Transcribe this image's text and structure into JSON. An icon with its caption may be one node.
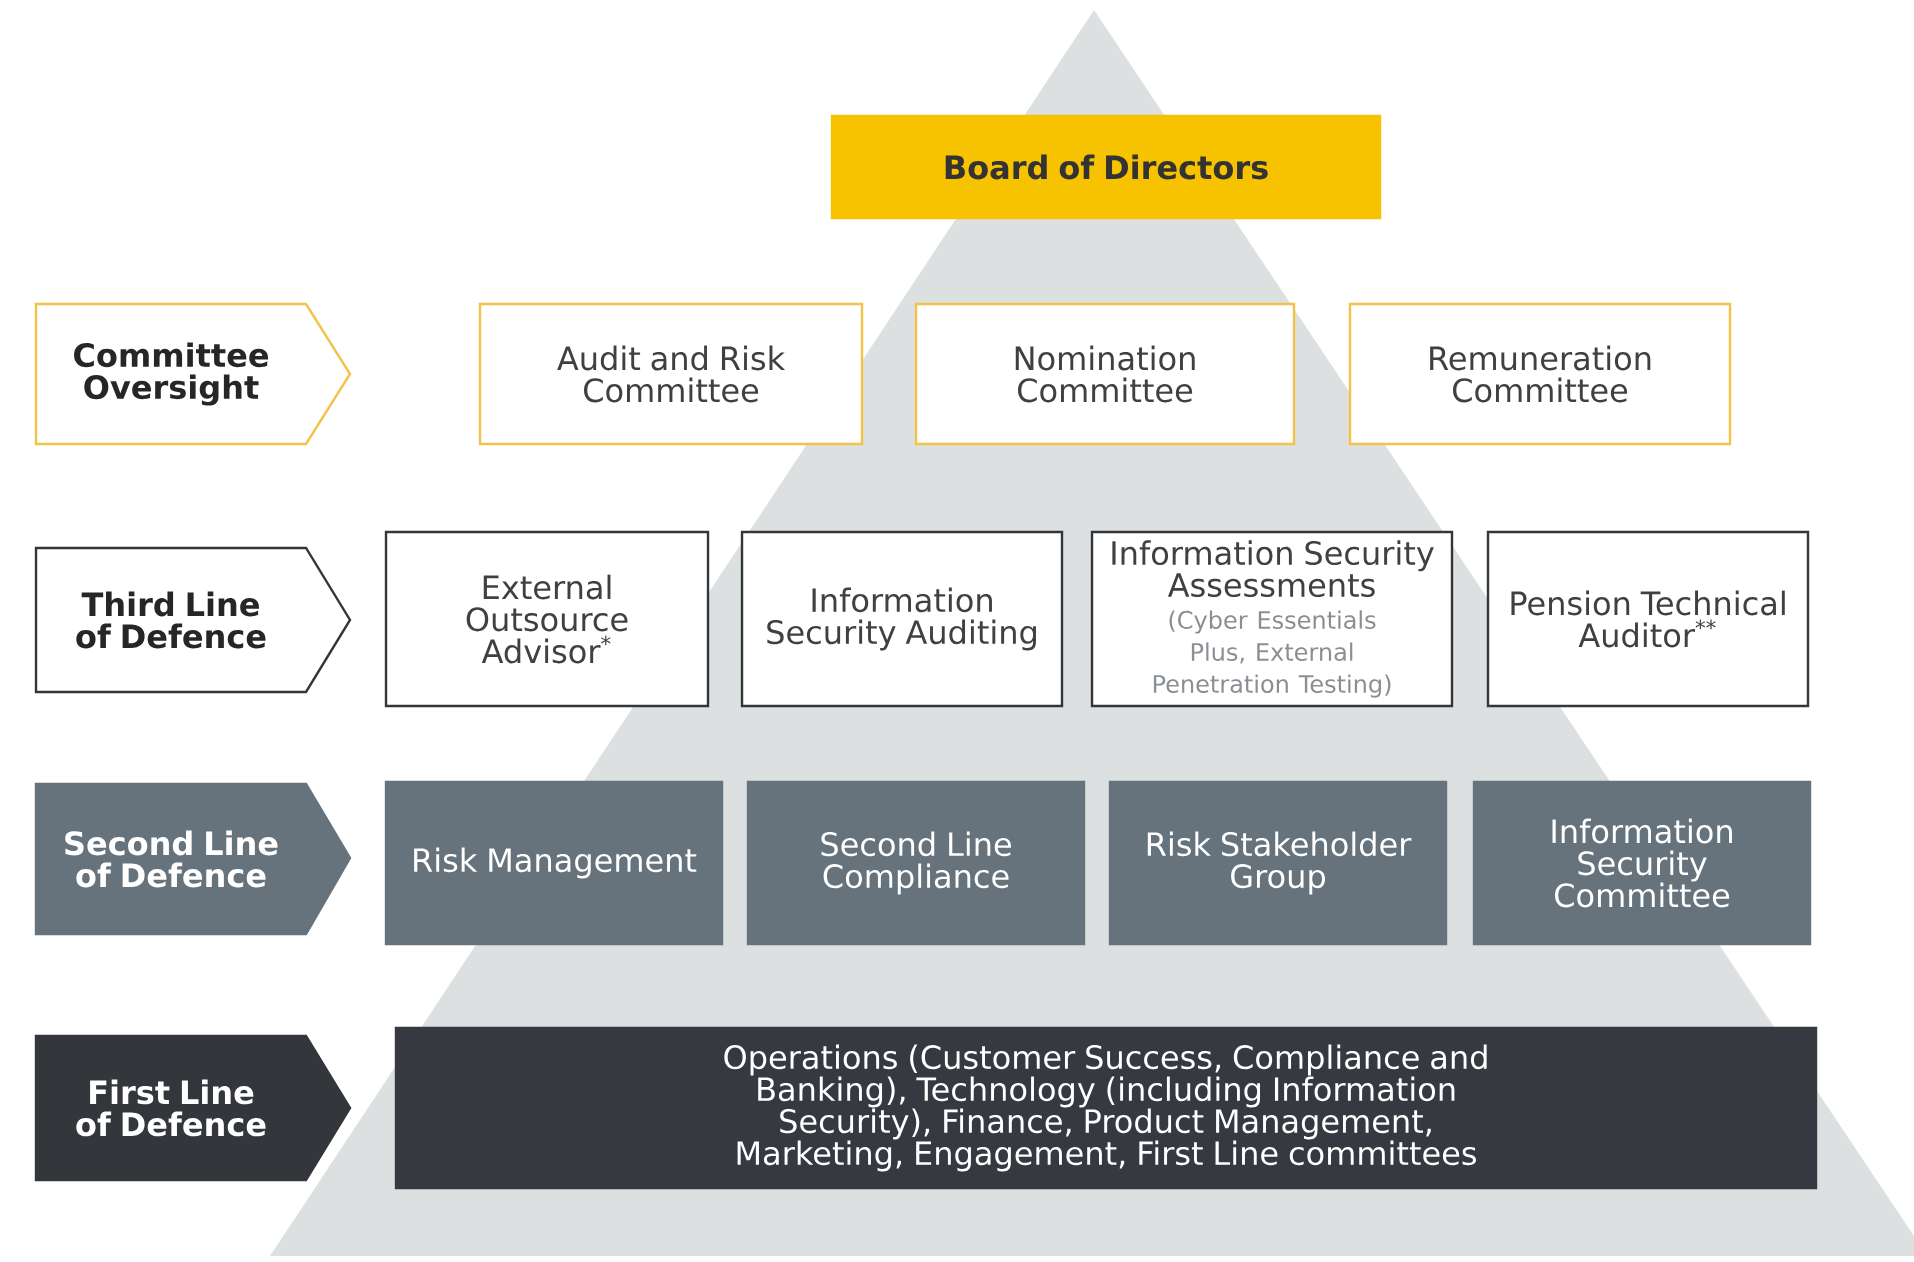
{
  "diagram": {
    "nodes": [
      {
        "text": [
          "Board of Directors"
        ]
      },
      {
        "text": [
          "Committee Oversight"
        ]
      },
      {
        "text": [
          "Audit and Risk Committee"
        ]
      },
      {
        "text": [
          "Nomination Committee"
        ]
      },
      {
        "text": [
          "Remuneration Committee"
        ]
      },
      {
        "text": [
          "Third Line of Defence"
        ]
      },
      {
        "text": [
          "External Outsource Advisor$^{*}$"
        ]
      },
      {
        "text": [
          "Information Security Auditing"
        ]
      },
      {
        "text": [
          "Information Security Assessments",
          "(Cyber Essentials Plus, External Penetration Testing)"
        ]
      },
      {
        "text": [
          "Pension Technical Auditor$^{**}$"
        ]
      },
      {
        "text": [
          "Second Line of Defence"
        ]
      },
      {
        "text": [
          "Risk Management"
        ]
      },
      {
        "text": [
          "Second Line Compliance"
        ]
      },
      {
        "text": [
          "Risk Stakeholder Group"
        ]
      },
      {
        "text": [
          "Information Security Committee"
        ]
      },
      {
        "text": [
          "First Line of Defence"
        ]
      },
      {
        "text": [
          "Operations (Customer Success, Compliance and Banking), Technology (including Information Security), Finance, Product Management, Marketing, Engagement, First Line committees"
        ]
      }
    ]
  }
}
